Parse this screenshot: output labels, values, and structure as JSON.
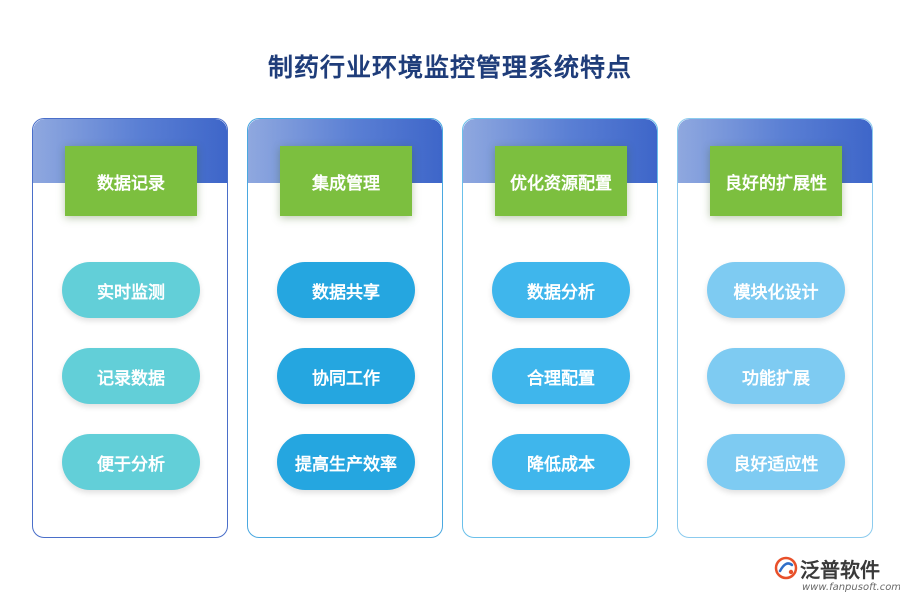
{
  "title": "制药行业环境监控管理系统特点",
  "columns": [
    {
      "header": "数据记录",
      "items": [
        "实时监测",
        "记录数据",
        "便于分析"
      ],
      "pill_color": "#62cfd8",
      "border_color": "#4a6fc9"
    },
    {
      "header": "集成管理",
      "items": [
        "数据共享",
        "协同工作",
        "提高生产效率"
      ],
      "pill_color": "#25a6e0",
      "border_color": "#4aa8e0"
    },
    {
      "header": "优化资源配置",
      "items": [
        "数据分析",
        "合理配置",
        "降低成本"
      ],
      "pill_color": "#3fb6ec",
      "border_color": "#6bc0ea"
    },
    {
      "header": "良好的扩展性",
      "items": [
        "模块化设计",
        "功能扩展",
        "良好适应性"
      ],
      "pill_color": "#7ecbf2",
      "border_color": "#8ccbee"
    }
  ],
  "brand": {
    "name": "泛普软件",
    "url": "www.fanpusoft.com",
    "logo_icon": "fanpu-logo-icon",
    "accent": "#e8502a"
  }
}
